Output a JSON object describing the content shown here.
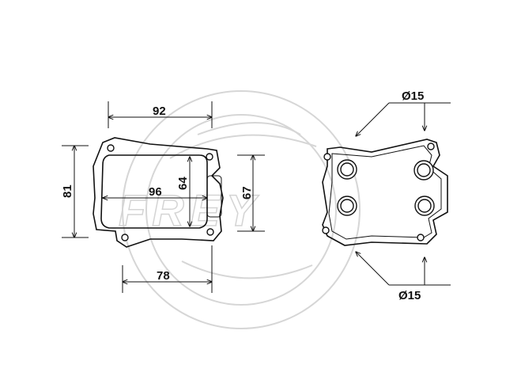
{
  "watermark": {
    "text": "FREY"
  },
  "left_part": {
    "dim_top": "92",
    "dim_left": "81",
    "dim_inner_height": "64",
    "dim_inner_width": "96",
    "dim_bottom": "78",
    "dim_side_height": "67"
  },
  "right_part": {
    "dim_top_hole": "Ø15",
    "dim_bottom_hole": "Ø15"
  }
}
